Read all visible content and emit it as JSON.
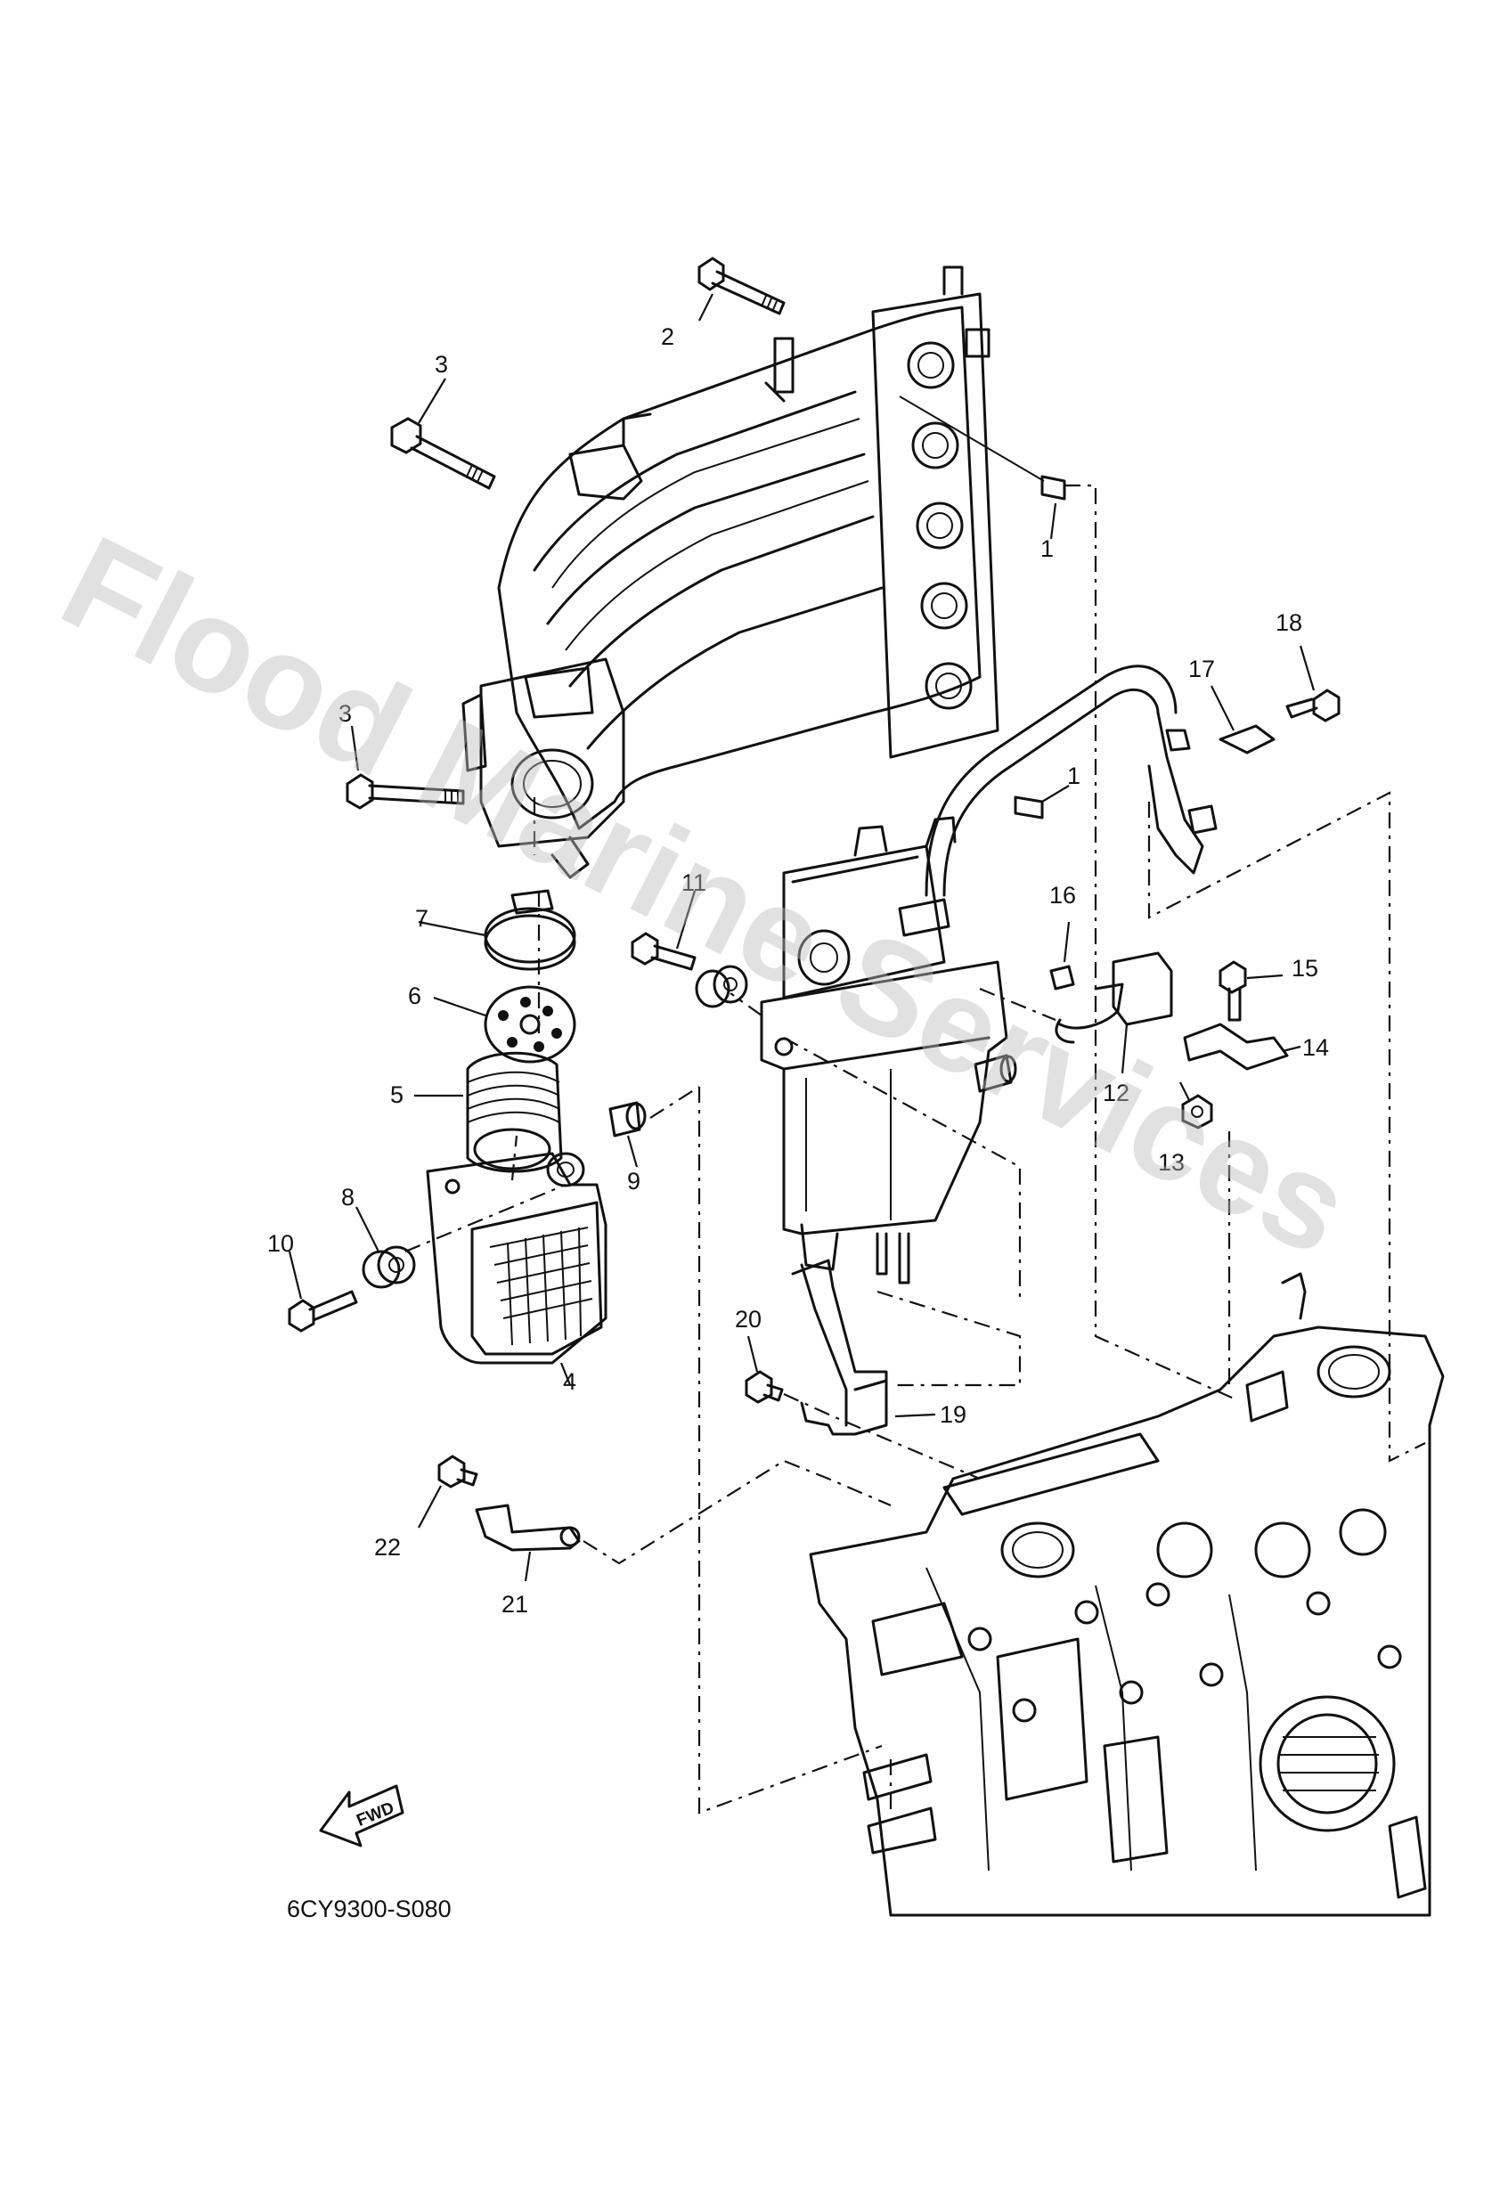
{
  "diagram": {
    "reference_code": "6CY9300-S080",
    "watermark": "Flood Marine Services",
    "direction_arrow_label": "FWD",
    "callouts": [
      "1",
      "1",
      "2",
      "3",
      "3",
      "4",
      "5",
      "6",
      "7",
      "8",
      "9",
      "10",
      "11",
      "12",
      "13",
      "14",
      "15",
      "16",
      "17",
      "18",
      "19",
      "20",
      "21",
      "22"
    ]
  }
}
